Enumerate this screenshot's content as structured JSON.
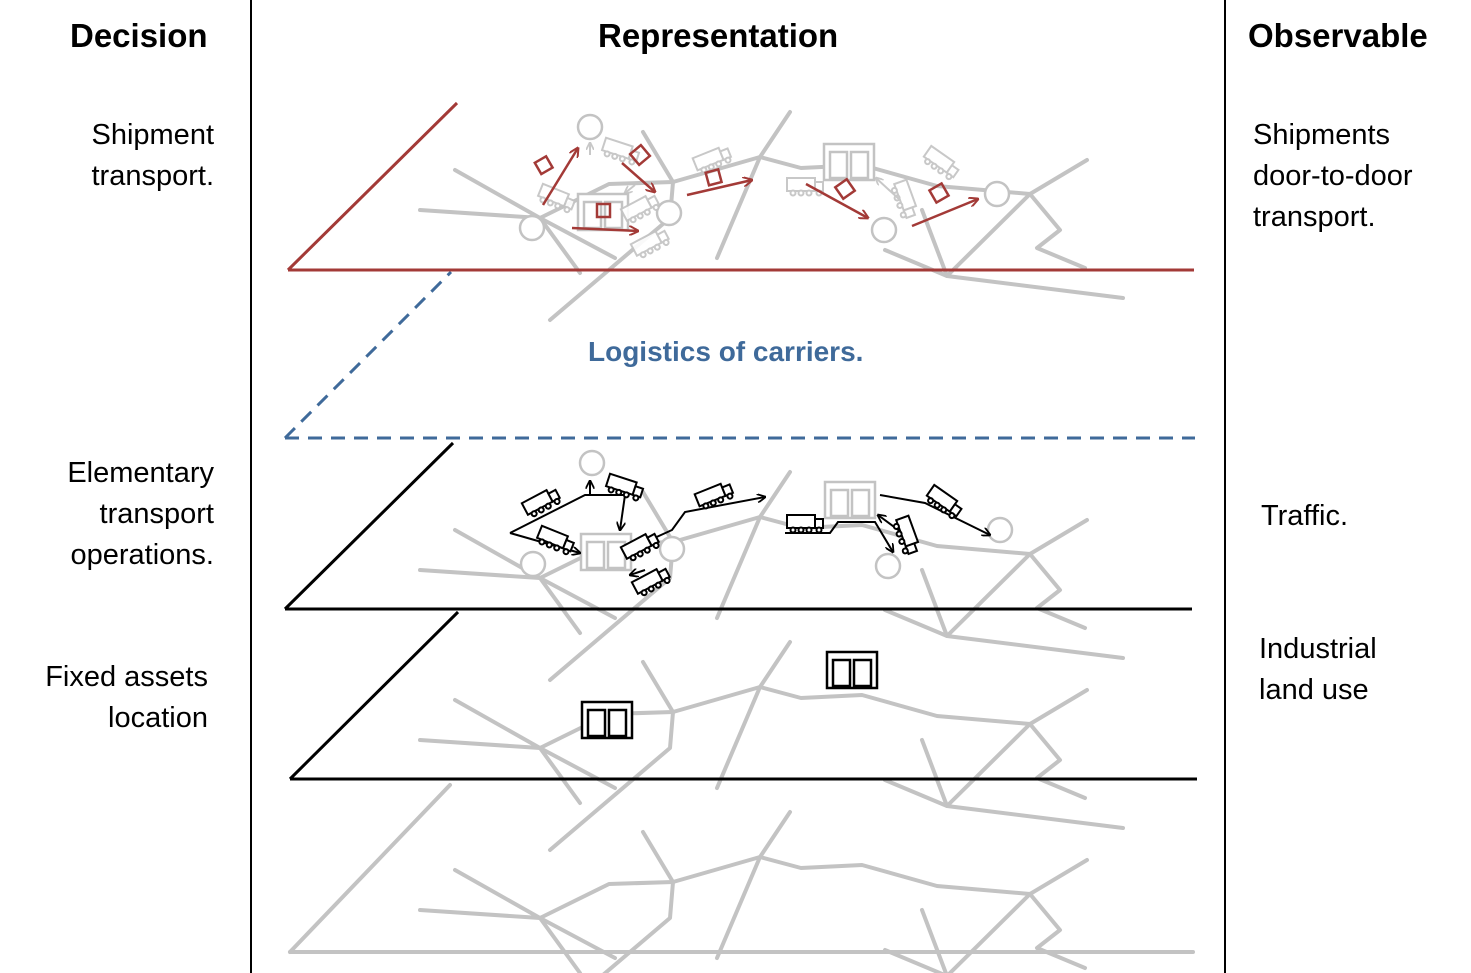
{
  "headers": {
    "decision": "Decision",
    "representation": "Representation",
    "observable": "Observable"
  },
  "decisions": [
    {
      "lines": [
        "Shipment",
        "transport."
      ]
    },
    {
      "lines": [
        "Elementary",
        "transport",
        "operations."
      ]
    },
    {
      "lines": [
        "Fixed assets",
        "location"
      ]
    }
  ],
  "observables": [
    {
      "lines": [
        "Shipments",
        "door-to-door",
        "transport."
      ]
    },
    {
      "lines": [
        "Traffic."
      ]
    },
    {
      "lines": [
        "Industrial",
        "land use"
      ]
    }
  ],
  "logistics_label": "Logistics of carriers.",
  "colors": {
    "shipment_layer": "#a33a37",
    "logistics_layer": "#3f6a9a",
    "network": "#c3c3c3",
    "operations_layer": "#000000"
  }
}
